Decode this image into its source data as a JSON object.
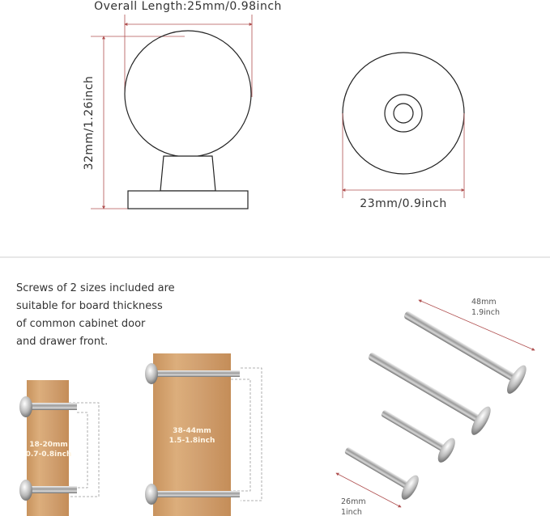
{
  "knob_side": {
    "overall_length_label": "Overall Length:25mm/0.98inch",
    "height_label": "32mm/1.26inch"
  },
  "knob_top": {
    "diameter_label": "23mm/0.9inch"
  },
  "description": {
    "lines": [
      "Screws of 2 sizes included are",
      "suitable for board thickness",
      "of common cabinet door",
      "and drawer front."
    ]
  },
  "boards": [
    {
      "mm": "18-20mm",
      "inch": "0.7-0.8inch"
    },
    {
      "mm": "38-44mm",
      "inch": "1.5-1.8inch"
    }
  ],
  "screws": {
    "long": {
      "mm": "48mm",
      "inch": "1.9inch"
    },
    "short": {
      "mm": "26mm",
      "inch": "1inch"
    }
  },
  "colors": {
    "dimension_line": "#b05050",
    "outline": "#222222",
    "wood": "#d4a574"
  }
}
